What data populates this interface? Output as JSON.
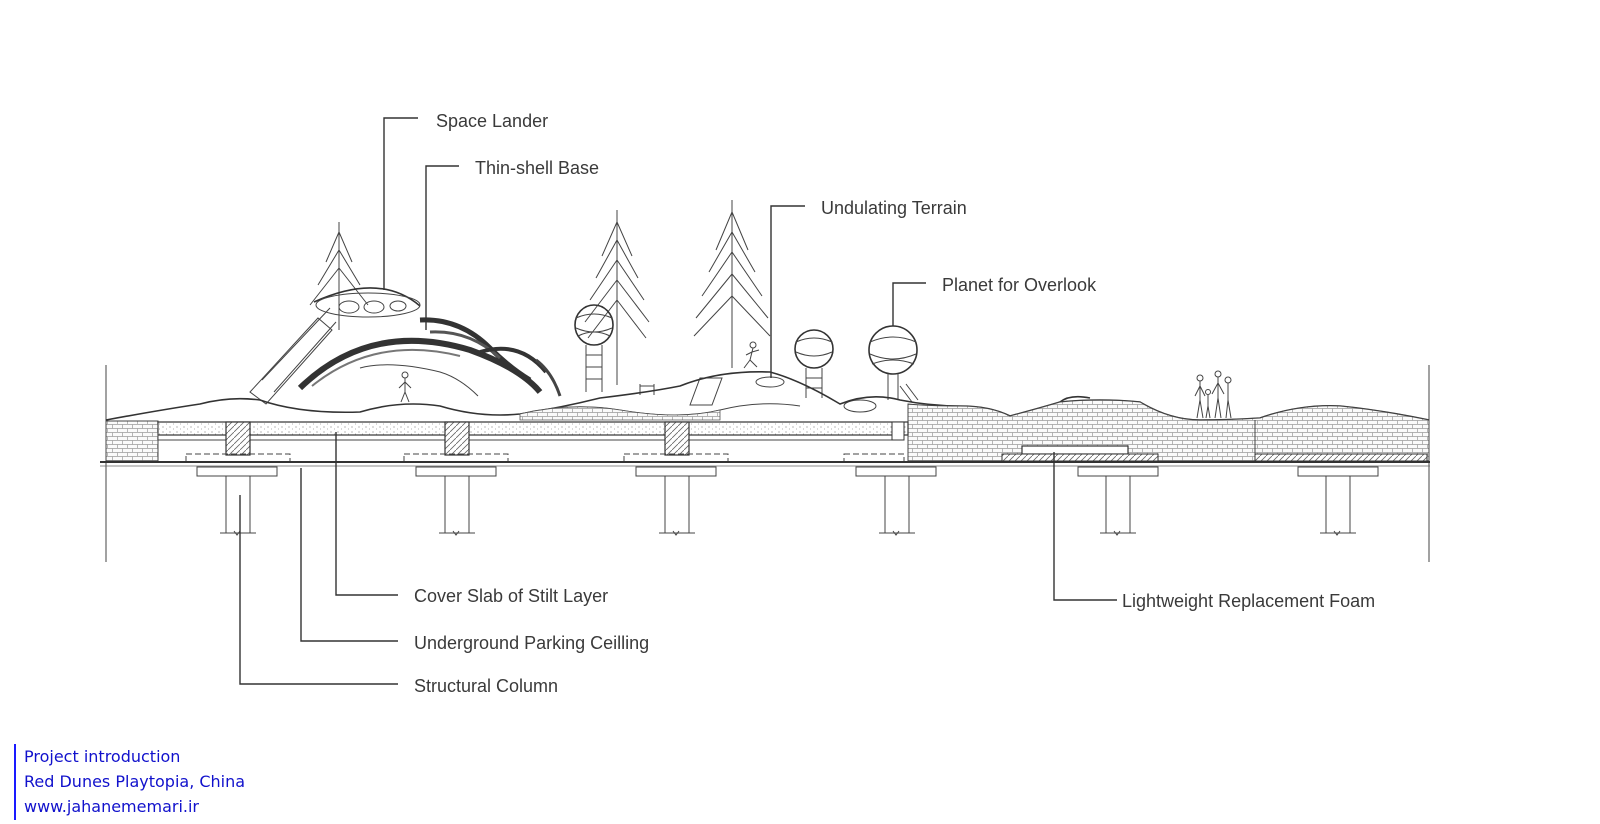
{
  "diagram": {
    "labels": {
      "space_lander": "Space Lander",
      "thin_shell_base": "Thin-shell Base",
      "undulating_terrain": "Undulating Terrain",
      "planet_for_overlook": "Planet for Overlook",
      "cover_slab": "Cover Slab of Stilt Layer",
      "parking_ceiling": "Underground Parking Ceilling",
      "structural_column": "Structural Column",
      "replacement_foam": "Lightweight Replacement Foam"
    }
  },
  "credits": {
    "line1": "Project introduction",
    "line2": "Red Dunes Playtopia, China",
    "line3": "www.jahanememari.ir"
  }
}
